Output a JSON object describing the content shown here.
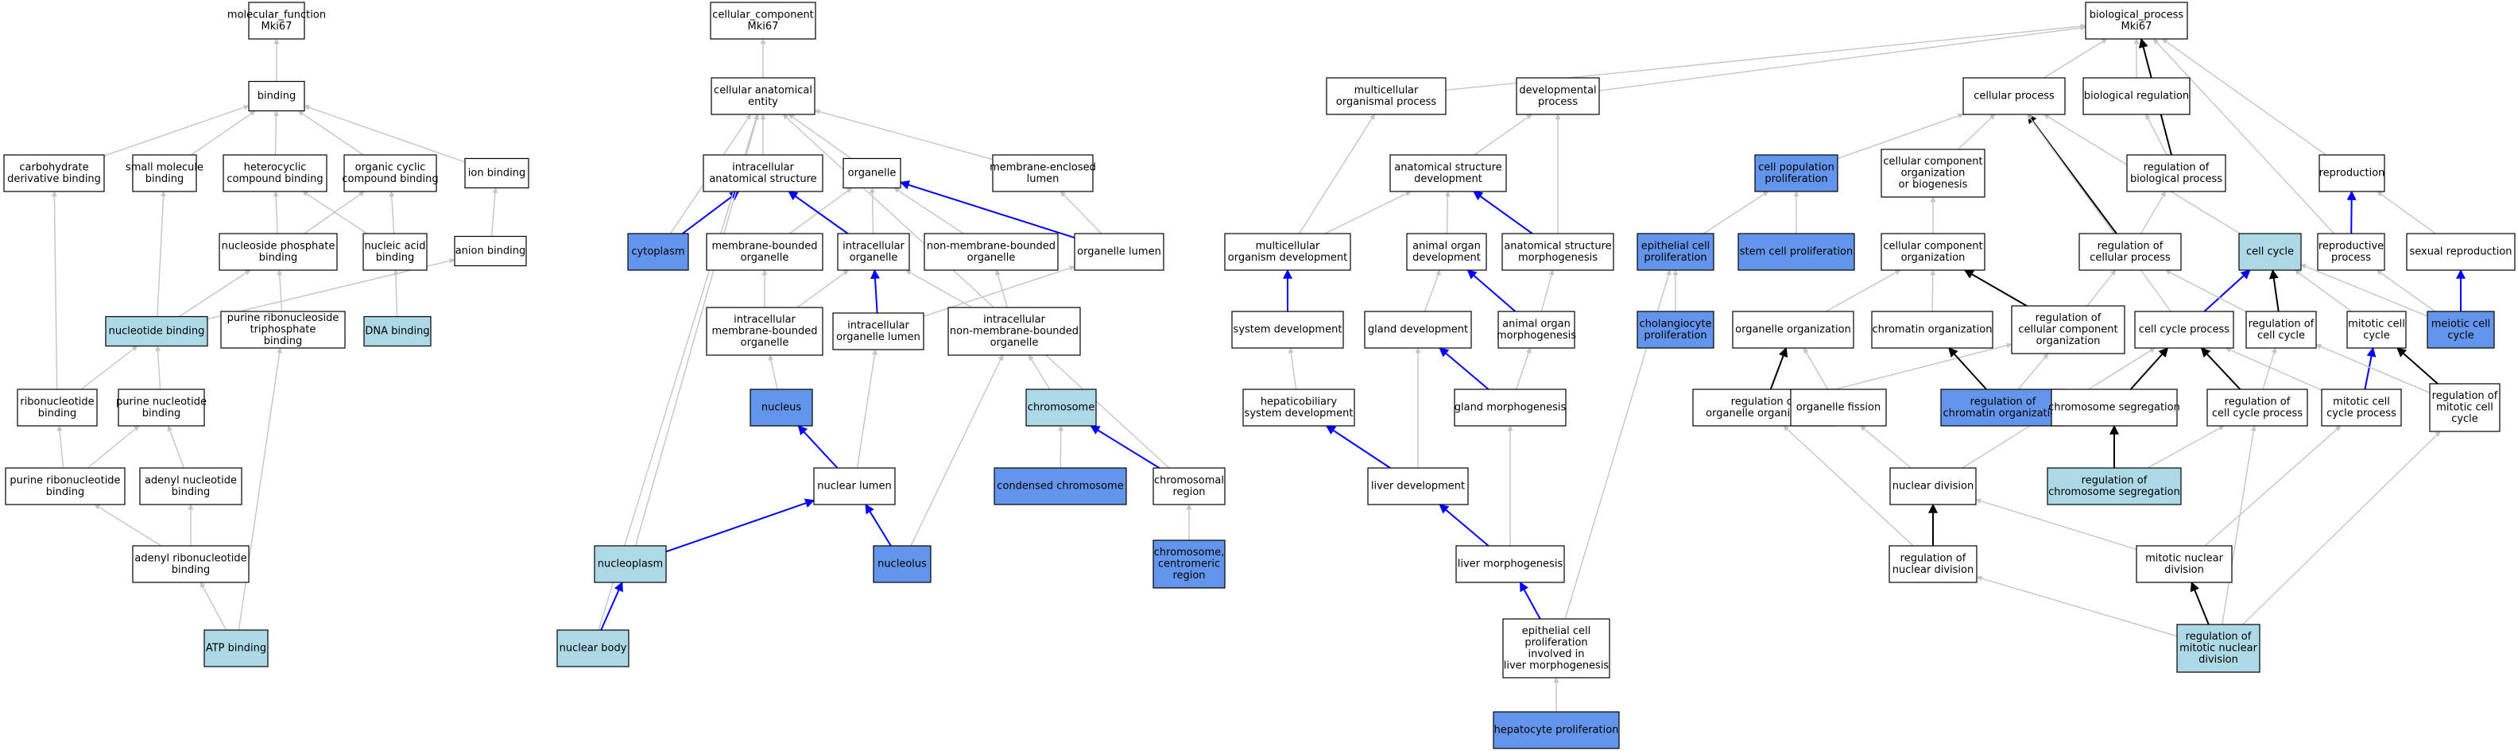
{
  "colors": {
    "plain": "#ffffff",
    "light": "#add8e6",
    "dark": "#6495ed",
    "edge_gray": "#c4c4c4",
    "edge_blue": "#0000ff",
    "edge_black": "#000000"
  },
  "nodes": {
    "mf_root": {
      "lines": [
        "molecular_function",
        "Mki67"
      ],
      "fill": "plain"
    },
    "binding": {
      "lines": [
        "binding"
      ],
      "fill": "plain"
    },
    "carb": {
      "lines": [
        "carbohydrate",
        "derivative binding"
      ],
      "fill": "plain"
    },
    "smallmol": {
      "lines": [
        "small molecule",
        "binding"
      ],
      "fill": "plain"
    },
    "hetero": {
      "lines": [
        "heterocyclic",
        "compound binding"
      ],
      "fill": "plain"
    },
    "orgcyc": {
      "lines": [
        "organic cyclic",
        "compound binding"
      ],
      "fill": "plain"
    },
    "ionb": {
      "lines": [
        "ion binding"
      ],
      "fill": "plain"
    },
    "nucphos": {
      "lines": [
        "nucleoside phosphate",
        "binding"
      ],
      "fill": "plain"
    },
    "nucacid": {
      "lines": [
        "nucleic acid",
        "binding"
      ],
      "fill": "plain"
    },
    "anion": {
      "lines": [
        "anion binding"
      ],
      "fill": "plain"
    },
    "nucleotide": {
      "lines": [
        "nucleotide binding"
      ],
      "fill": "light"
    },
    "purribotri": {
      "lines": [
        "purine ribonucleoside",
        "triphosphate",
        "binding"
      ],
      "fill": "plain"
    },
    "dna": {
      "lines": [
        "DNA binding"
      ],
      "fill": "light"
    },
    "ribonuc": {
      "lines": [
        "ribonucleotide",
        "binding"
      ],
      "fill": "plain"
    },
    "purnuc": {
      "lines": [
        "purine nucleotide",
        "binding"
      ],
      "fill": "plain"
    },
    "purribo": {
      "lines": [
        "purine ribonucleotide",
        "binding"
      ],
      "fill": "plain"
    },
    "adenyl": {
      "lines": [
        "adenyl nucleotide",
        "binding"
      ],
      "fill": "plain"
    },
    "adenylribo": {
      "lines": [
        "adenyl ribonucleotide",
        "binding"
      ],
      "fill": "plain"
    },
    "atp": {
      "lines": [
        "ATP binding"
      ],
      "fill": "light"
    },
    "cc_root": {
      "lines": [
        "cellular_component",
        "Mki67"
      ],
      "fill": "plain"
    },
    "cae": {
      "lines": [
        "cellular anatomical",
        "entity"
      ],
      "fill": "plain"
    },
    "intraas": {
      "lines": [
        "intracellular",
        "anatomical structure"
      ],
      "fill": "plain"
    },
    "organelle": {
      "lines": [
        "organelle"
      ],
      "fill": "plain"
    },
    "membencl": {
      "lines": [
        "membrane-enclosed",
        "lumen"
      ],
      "fill": "plain"
    },
    "cytoplasm": {
      "lines": [
        "cytoplasm"
      ],
      "fill": "dark"
    },
    "membbound": {
      "lines": [
        "membrane-bounded",
        "organelle"
      ],
      "fill": "plain"
    },
    "intraorg": {
      "lines": [
        "intracellular",
        "organelle"
      ],
      "fill": "plain"
    },
    "nonmemb": {
      "lines": [
        "non-membrane-bounded",
        "organelle"
      ],
      "fill": "plain"
    },
    "orglumen": {
      "lines": [
        "organelle lumen"
      ],
      "fill": "plain"
    },
    "intramemb": {
      "lines": [
        "intracellular",
        "membrane-bounded",
        "organelle"
      ],
      "fill": "plain"
    },
    "intraorglumen": {
      "lines": [
        "intracellular",
        "organelle lumen"
      ],
      "fill": "plain"
    },
    "intranonmemb": {
      "lines": [
        "intracellular",
        "non-membrane-bounded",
        "organelle"
      ],
      "fill": "plain"
    },
    "nucleus": {
      "lines": [
        "nucleus"
      ],
      "fill": "dark"
    },
    "chromosome": {
      "lines": [
        "chromosome"
      ],
      "fill": "light"
    },
    "nuclumen": {
      "lines": [
        "nuclear lumen"
      ],
      "fill": "plain"
    },
    "condensed": {
      "lines": [
        "condensed chromosome"
      ],
      "fill": "dark"
    },
    "chromreg": {
      "lines": [
        "chromosomal",
        "region"
      ],
      "fill": "plain"
    },
    "nucleoplasm": {
      "lines": [
        "nucleoplasm"
      ],
      "fill": "light"
    },
    "nucleolus": {
      "lines": [
        "nucleolus"
      ],
      "fill": "dark"
    },
    "centromeric": {
      "lines": [
        "chromosome,",
        "centromeric",
        "region"
      ],
      "fill": "dark"
    },
    "nucbody": {
      "lines": [
        "nuclear body"
      ],
      "fill": "light"
    },
    "bp_root": {
      "lines": [
        "biological_process",
        "Mki67"
      ],
      "fill": "plain"
    },
    "multiorg": {
      "lines": [
        "multicellular",
        "organismal process"
      ],
      "fill": "plain"
    },
    "devproc": {
      "lines": [
        "developmental",
        "process"
      ],
      "fill": "plain"
    },
    "cellproc": {
      "lines": [
        "cellular process"
      ],
      "fill": "plain"
    },
    "bioreg": {
      "lines": [
        "biological regulation"
      ],
      "fill": "plain"
    },
    "asdev": {
      "lines": [
        "anatomical structure",
        "development"
      ],
      "fill": "plain"
    },
    "cellpop": {
      "lines": [
        "cell population",
        "proliferation"
      ],
      "fill": "dark"
    },
    "ccobio": {
      "lines": [
        "cellular component",
        "organization",
        "or biogenesis"
      ],
      "fill": "plain"
    },
    "regbio": {
      "lines": [
        "regulation of",
        "biological process"
      ],
      "fill": "plain"
    },
    "reproduction": {
      "lines": [
        "reproduction"
      ],
      "fill": "plain"
    },
    "multidev": {
      "lines": [
        "multicellular",
        "organism development"
      ],
      "fill": "plain"
    },
    "animorgdev": {
      "lines": [
        "animal organ",
        "development"
      ],
      "fill": "plain"
    },
    "asmorph": {
      "lines": [
        "anatomical structure",
        "morphogenesis"
      ],
      "fill": "plain"
    },
    "epiprolif": {
      "lines": [
        "epithelial cell",
        "proliferation"
      ],
      "fill": "dark"
    },
    "stemcell": {
      "lines": [
        "stem cell proliferation"
      ],
      "fill": "dark"
    },
    "ccorg": {
      "lines": [
        "cellular component",
        "organization"
      ],
      "fill": "plain"
    },
    "regcell": {
      "lines": [
        "regulation of",
        "cellular process"
      ],
      "fill": "plain"
    },
    "cellcycle": {
      "lines": [
        "cell cycle"
      ],
      "fill": "light"
    },
    "reproproc": {
      "lines": [
        "reproductive",
        "process"
      ],
      "fill": "plain"
    },
    "sexrepro": {
      "lines": [
        "sexual reproduction"
      ],
      "fill": "plain"
    },
    "sysdev": {
      "lines": [
        "system development"
      ],
      "fill": "plain"
    },
    "glanddev": {
      "lines": [
        "gland development"
      ],
      "fill": "plain"
    },
    "animorgmorph": {
      "lines": [
        "animal organ",
        "morphogenesis"
      ],
      "fill": "plain"
    },
    "cholangio": {
      "lines": [
        "cholangiocyte",
        "proliferation"
      ],
      "fill": "dark"
    },
    "organorg": {
      "lines": [
        "organelle organization"
      ],
      "fill": "plain"
    },
    "chromorg": {
      "lines": [
        "chromatin organization"
      ],
      "fill": "plain"
    },
    "regccorg": {
      "lines": [
        "regulation of",
        "cellular component",
        "organization"
      ],
      "fill": "plain"
    },
    "ccproc": {
      "lines": [
        "cell cycle process"
      ],
      "fill": "plain"
    },
    "regcc": {
      "lines": [
        "regulation of",
        "cell cycle"
      ],
      "fill": "plain"
    },
    "mitcc": {
      "lines": [
        "mitotic cell",
        "cycle"
      ],
      "fill": "plain"
    },
    "meiotic": {
      "lines": [
        "meiotic cell",
        "cycle"
      ],
      "fill": "dark"
    },
    "hepatobil": {
      "lines": [
        "hepaticobiliary",
        "system development"
      ],
      "fill": "plain"
    },
    "glandmorph": {
      "lines": [
        "gland morphogenesis"
      ],
      "fill": "plain"
    },
    "regorgorg": {
      "lines": [
        "regulation of",
        "organelle organization"
      ],
      "fill": "plain"
    },
    "orgfission": {
      "lines": [
        "organelle fission"
      ],
      "fill": "plain"
    },
    "regchromorg": {
      "lines": [
        "regulation of",
        "chromatin organization"
      ],
      "fill": "dark"
    },
    "chromseg": {
      "lines": [
        "chromosome segregation"
      ],
      "fill": "plain"
    },
    "regccproc": {
      "lines": [
        "regulation of",
        "cell cycle process"
      ],
      "fill": "plain"
    },
    "mitccproc": {
      "lines": [
        "mitotic cell",
        "cycle process"
      ],
      "fill": "plain"
    },
    "regmitcc": {
      "lines": [
        "regulation of",
        "mitotic cell",
        "cycle"
      ],
      "fill": "plain"
    },
    "liverdev": {
      "lines": [
        "liver development"
      ],
      "fill": "plain"
    },
    "regchromseg": {
      "lines": [
        "regulation of",
        "chromosome segregation"
      ],
      "fill": "light"
    },
    "nucdiv": {
      "lines": [
        "nuclear division"
      ],
      "fill": "plain"
    },
    "livermorph": {
      "lines": [
        "liver morphogenesis"
      ],
      "fill": "plain"
    },
    "regnucdiv": {
      "lines": [
        "regulation of",
        "nuclear division"
      ],
      "fill": "plain"
    },
    "mitnucdiv": {
      "lines": [
        "mitotic nuclear",
        "division"
      ],
      "fill": "plain"
    },
    "epiliver": {
      "lines": [
        "epithelial cell",
        "proliferation",
        "involved in",
        "liver morphogenesis"
      ],
      "fill": "plain"
    },
    "regmitnuc": {
      "lines": [
        "regulation of",
        "mitotic nuclear",
        "division"
      ],
      "fill": "light"
    },
    "hepato": {
      "lines": [
        "hepatocyte proliferation"
      ],
      "fill": "dark"
    }
  },
  "edges": [
    [
      "binding",
      "mf_root",
      "gray"
    ],
    [
      "carb",
      "binding",
      "gray"
    ],
    [
      "smallmol",
      "binding",
      "gray"
    ],
    [
      "hetero",
      "binding",
      "gray"
    ],
    [
      "orgcyc",
      "binding",
      "gray"
    ],
    [
      "ionb",
      "binding",
      "gray"
    ],
    [
      "nucphos",
      "hetero",
      "gray"
    ],
    [
      "nucphos",
      "orgcyc",
      "gray"
    ],
    [
      "nucacid",
      "hetero",
      "gray"
    ],
    [
      "nucacid",
      "orgcyc",
      "gray"
    ],
    [
      "anion",
      "ionb",
      "gray"
    ],
    [
      "nucleotide",
      "nucphos",
      "gray"
    ],
    [
      "nucleotide",
      "smallmol",
      "gray"
    ],
    [
      "nucleotide",
      "anion",
      "gray"
    ],
    [
      "purribotri",
      "nucphos",
      "gray"
    ],
    [
      "dna",
      "nucacid",
      "gray"
    ],
    [
      "ribonuc",
      "nucleotide",
      "gray"
    ],
    [
      "ribonuc",
      "carb",
      "gray"
    ],
    [
      "purnuc",
      "nucleotide",
      "gray"
    ],
    [
      "purribo",
      "ribonuc",
      "gray"
    ],
    [
      "purribo",
      "purnuc",
      "gray"
    ],
    [
      "adenyl",
      "purnuc",
      "gray"
    ],
    [
      "adenylribo",
      "purribo",
      "gray"
    ],
    [
      "adenylribo",
      "adenyl",
      "gray"
    ],
    [
      "atp",
      "adenylribo",
      "gray"
    ],
    [
      "atp",
      "purribotri",
      "gray"
    ],
    [
      "cae",
      "cc_root",
      "gray"
    ],
    [
      "intraas",
      "cae",
      "gray"
    ],
    [
      "organelle",
      "cae",
      "gray"
    ],
    [
      "membencl",
      "cae",
      "gray"
    ],
    [
      "cytoplasm",
      "intraas",
      "blue"
    ],
    [
      "cytoplasm",
      "cae",
      "gray"
    ],
    [
      "membbound",
      "organelle",
      "gray"
    ],
    [
      "intraorg",
      "organelle",
      "gray"
    ],
    [
      "intraorg",
      "intraas",
      "blue"
    ],
    [
      "nonmemb",
      "organelle",
      "gray"
    ],
    [
      "orglumen",
      "organelle",
      "blue"
    ],
    [
      "orglumen",
      "membencl",
      "gray"
    ],
    [
      "intramemb",
      "membbound",
      "gray"
    ],
    [
      "intramemb",
      "intraorg",
      "gray"
    ],
    [
      "intraorglumen",
      "intraorg",
      "blue"
    ],
    [
      "intraorglumen",
      "orglumen",
      "gray"
    ],
    [
      "intranonmemb",
      "nonmemb",
      "gray"
    ],
    [
      "intranonmemb",
      "intraorg",
      "gray"
    ],
    [
      "nucleus",
      "intramemb",
      "gray"
    ],
    [
      "chromosome",
      "intranonmemb",
      "gray"
    ],
    [
      "nuclumen",
      "nucleus",
      "blue"
    ],
    [
      "nuclumen",
      "intraorglumen",
      "gray"
    ],
    [
      "condensed",
      "chromosome",
      "gray"
    ],
    [
      "chromreg",
      "chromosome",
      "blue"
    ],
    [
      "chromreg",
      "cae",
      "gray"
    ],
    [
      "nucleoplasm",
      "nuclumen",
      "blue"
    ],
    [
      "nucleoplasm",
      "cae",
      "gray"
    ],
    [
      "nucleolus",
      "nuclumen",
      "blue"
    ],
    [
      "nucleolus",
      "intranonmemb",
      "gray"
    ],
    [
      "centromeric",
      "chromreg",
      "gray"
    ],
    [
      "nucbody",
      "nucleoplasm",
      "blue"
    ],
    [
      "nucbody",
      "cae",
      "gray"
    ],
    [
      "multiorg",
      "bp_root",
      "gray"
    ],
    [
      "devproc",
      "bp_root",
      "gray"
    ],
    [
      "cellproc",
      "bp_root",
      "gray"
    ],
    [
      "bioreg",
      "bp_root",
      "gray"
    ],
    [
      "regbio",
      "bp_root",
      "black"
    ],
    [
      "reproduction",
      "bp_root",
      "gray"
    ],
    [
      "asdev",
      "devproc",
      "gray"
    ],
    [
      "cellpop",
      "cellproc",
      "gray"
    ],
    [
      "ccobio",
      "cellproc",
      "gray"
    ],
    [
      "regbio",
      "bioreg",
      "gray"
    ],
    [
      "multidev",
      "multiorg",
      "gray"
    ],
    [
      "multidev",
      "asdev",
      "gray"
    ],
    [
      "animorgdev",
      "asdev",
      "gray"
    ],
    [
      "asmorph",
      "asdev",
      "blue"
    ],
    [
      "asmorph",
      "devproc",
      "gray"
    ],
    [
      "epiprolif",
      "cellpop",
      "gray"
    ],
    [
      "stemcell",
      "cellpop",
      "gray"
    ],
    [
      "ccorg",
      "ccobio",
      "gray"
    ],
    [
      "regcell",
      "cellproc",
      "black"
    ],
    [
      "regcell",
      "regbio",
      "gray"
    ],
    [
      "cellcycle",
      "cellproc",
      "gray"
    ],
    [
      "reproproc",
      "reproduction",
      "blue"
    ],
    [
      "reproproc",
      "bp_root",
      "gray"
    ],
    [
      "sexrepro",
      "reproduction",
      "gray"
    ],
    [
      "sysdev",
      "multidev",
      "blue"
    ],
    [
      "glanddev",
      "animorgdev",
      "gray"
    ],
    [
      "animorgmorph",
      "animorgdev",
      "blue"
    ],
    [
      "animorgmorph",
      "asmorph",
      "gray"
    ],
    [
      "cholangio",
      "epiprolif",
      "gray"
    ],
    [
      "organorg",
      "ccorg",
      "gray"
    ],
    [
      "chromorg",
      "ccorg",
      "gray"
    ],
    [
      "regccorg",
      "ccorg",
      "black"
    ],
    [
      "regccorg",
      "regcell",
      "gray"
    ],
    [
      "ccproc",
      "cellcycle",
      "blue"
    ],
    [
      "ccproc",
      "cellproc",
      "gray"
    ],
    [
      "regcc",
      "cellcycle",
      "black"
    ],
    [
      "regcc",
      "regcell",
      "gray"
    ],
    [
      "mitcc",
      "cellcycle",
      "gray"
    ],
    [
      "meiotic",
      "reproproc",
      "gray"
    ],
    [
      "meiotic",
      "sexrepro",
      "blue"
    ],
    [
      "meiotic",
      "cellcycle",
      "gray"
    ],
    [
      "hepatobil",
      "sysdev",
      "gray"
    ],
    [
      "glandmorph",
      "glanddev",
      "blue"
    ],
    [
      "glandmorph",
      "animorgmorph",
      "gray"
    ],
    [
      "regorgorg",
      "organorg",
      "black"
    ],
    [
      "regorgorg",
      "regccorg",
      "gray"
    ],
    [
      "orgfission",
      "organorg",
      "gray"
    ],
    [
      "regchromorg",
      "chromorg",
      "black"
    ],
    [
      "regchromorg",
      "regccorg",
      "gray"
    ],
    [
      "chromseg",
      "ccproc",
      "black"
    ],
    [
      "regccproc",
      "ccproc",
      "black"
    ],
    [
      "regccproc",
      "regcc",
      "gray"
    ],
    [
      "mitccproc",
      "ccproc",
      "gray"
    ],
    [
      "mitccproc",
      "mitcc",
      "blue"
    ],
    [
      "regmitcc",
      "mitcc",
      "black"
    ],
    [
      "regmitcc",
      "regcc",
      "gray"
    ],
    [
      "liverdev",
      "hepatobil",
      "blue"
    ],
    [
      "liverdev",
      "glanddev",
      "gray"
    ],
    [
      "regchromseg",
      "chromseg",
      "black"
    ],
    [
      "regchromseg",
      "regccproc",
      "gray"
    ],
    [
      "nucdiv",
      "orgfission",
      "gray"
    ],
    [
      "nucdiv",
      "ccproc",
      "gray"
    ],
    [
      "livermorph",
      "liverdev",
      "blue"
    ],
    [
      "livermorph",
      "glandmorph",
      "gray"
    ],
    [
      "regnucdiv",
      "nucdiv",
      "black"
    ],
    [
      "regnucdiv",
      "regorgorg",
      "gray"
    ],
    [
      "mitnucdiv",
      "nucdiv",
      "gray"
    ],
    [
      "mitnucdiv",
      "mitccproc",
      "gray"
    ],
    [
      "epiliver",
      "livermorph",
      "blue"
    ],
    [
      "epiliver",
      "epiprolif",
      "gray"
    ],
    [
      "regmitnuc",
      "mitnucdiv",
      "black"
    ],
    [
      "regmitnuc",
      "regnucdiv",
      "gray"
    ],
    [
      "regmitnuc",
      "regccproc",
      "gray"
    ],
    [
      "regmitnuc",
      "regmitcc",
      "gray"
    ],
    [
      "hepato",
      "epiliver",
      "gray"
    ]
  ]
}
